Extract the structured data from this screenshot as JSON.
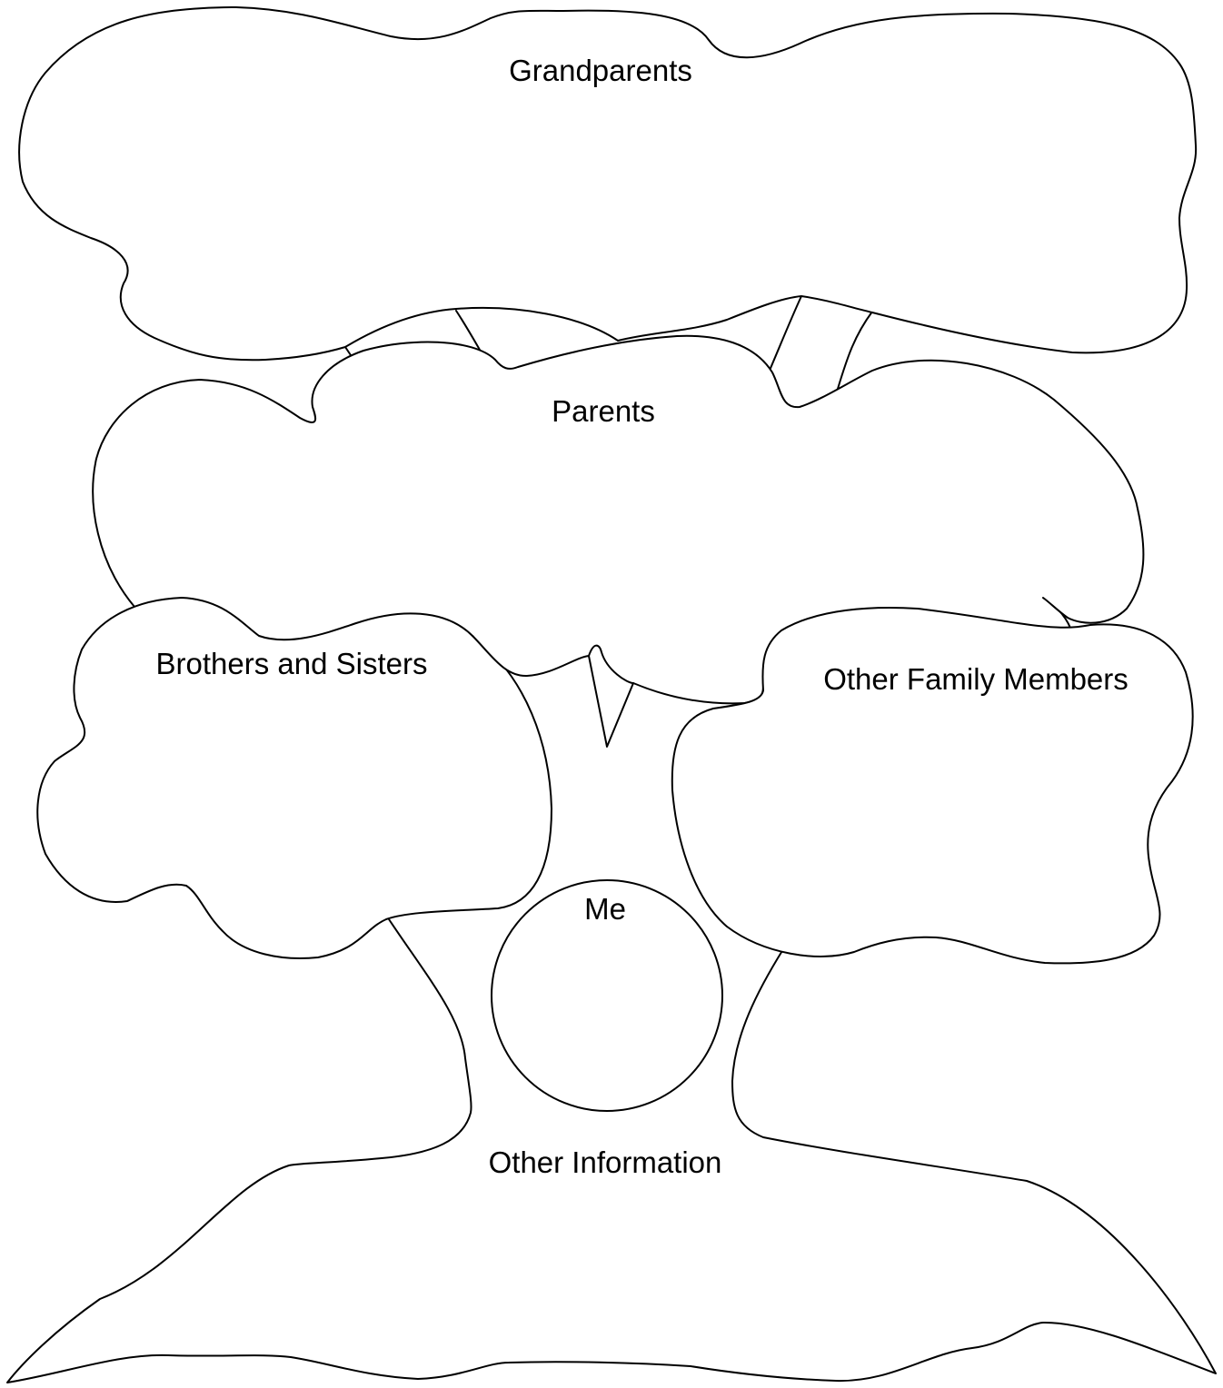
{
  "labels": {
    "grandparents": "Grandparents",
    "parents": "Parents",
    "siblings": "Brothers and Sisters",
    "other_family": "Other Family Members",
    "me": "Me",
    "other_info": "Other Information"
  },
  "colors": {
    "stroke": "#000000",
    "fill": "#ffffff"
  }
}
